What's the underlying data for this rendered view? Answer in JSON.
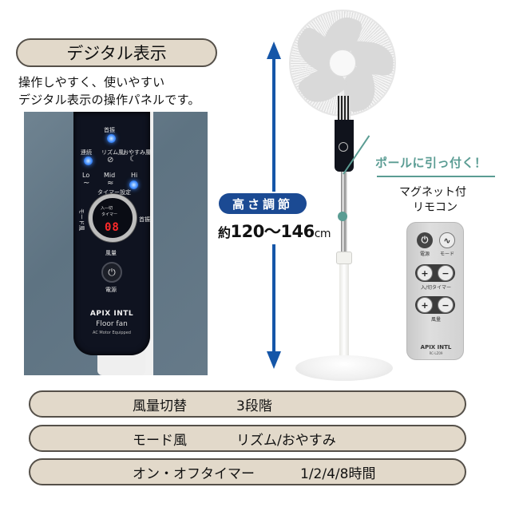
{
  "header": {
    "title": "デジタル表示",
    "description_lines": [
      "操作しやすく、使いやすい",
      "デジタル表示の操作パネルです。"
    ]
  },
  "control_panel": {
    "labels": {
      "swing": "首振",
      "continuous": "連続",
      "rhythm": "リズム風",
      "sleep": "おやすみ風",
      "lo": "Lo",
      "mid": "Mid",
      "hi": "Hi",
      "timer_set": "タイマー設定",
      "mode": "モード風",
      "swing_side": "首振",
      "on_off": "入―切",
      "timer": "タイマー",
      "wind_volume": "風量",
      "power": "電源"
    },
    "display_value": "08",
    "brand": "APIX INTL",
    "model": "Floor fan",
    "motor": "AC Motor Equipped",
    "colors": {
      "body": "#0f1320",
      "led": "#3f8cff",
      "digits": "#ff2a2a"
    }
  },
  "height": {
    "badge": "高さ調節",
    "prefix": "約",
    "range": "120〜146",
    "unit": "cm",
    "arrow_color": "#1556a8",
    "badge_color": "#1b4a93"
  },
  "remote_callout": {
    "title": "ポールに引っ付く！",
    "caption_lines": [
      "マグネット付",
      "リモコン"
    ],
    "accent_color": "#5a9c93"
  },
  "remote": {
    "buttons": {
      "power": {
        "icon": "⏻",
        "label": "電源"
      },
      "mode": {
        "icon": "∿",
        "label": "モード"
      },
      "timer": {
        "plus": "+",
        "minus": "−",
        "label": "入/切タイマー"
      },
      "wind": {
        "plus": "+",
        "minus": "−",
        "label": "風量"
      }
    },
    "brand": "APIX INTL",
    "model": "RC-LZ09"
  },
  "specs": [
    {
      "key": "風量切替",
      "value": "3段階"
    },
    {
      "key": "モード風",
      "value": "リズム/おやすみ"
    },
    {
      "key": "オン・オフタイマー",
      "value": "1/2/4/8時間"
    }
  ],
  "colors": {
    "pill_bg": "#e2d9ca",
    "pill_border": "#555049"
  }
}
